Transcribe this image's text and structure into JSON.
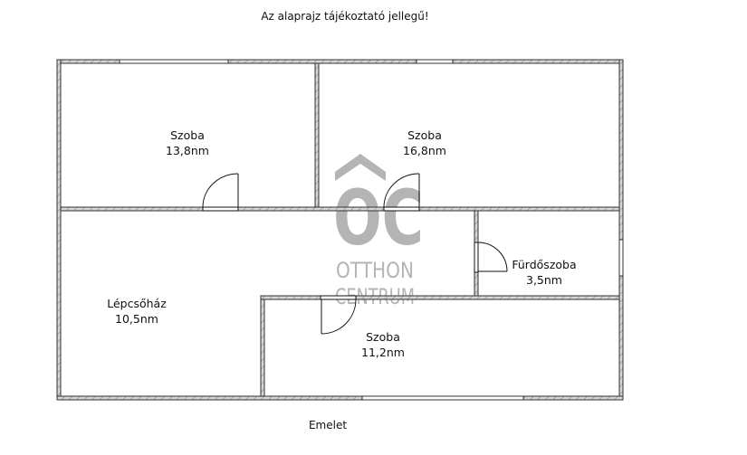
{
  "header": {
    "note": "Az alaprajz tájékoztató jellegű!"
  },
  "footer": {
    "floor_label": "Emelet"
  },
  "watermark": {
    "mark": "ÔC",
    "line1": "OTTHON",
    "line2": "CENTRUM"
  },
  "rooms": [
    {
      "name": "Szoba",
      "area": "13,8nm"
    },
    {
      "name": "Szoba",
      "area": "16,8nm"
    },
    {
      "name": "Fürdőszoba",
      "area": "3,5nm"
    },
    {
      "name": "Lépcsőház",
      "area": "10,5nm"
    },
    {
      "name": "Szoba",
      "area": "11,2nm"
    }
  ],
  "colors": {
    "wall": "#333333",
    "wall_fill": "#bdbdbd",
    "watermark": "#a8a8a8"
  }
}
